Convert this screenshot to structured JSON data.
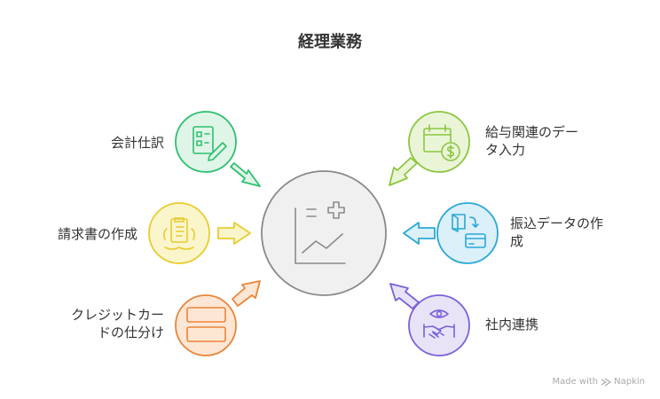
{
  "title": "経理業務",
  "nodes": [
    {
      "key": "journal",
      "label": "会計仕訳",
      "color": "#2fbf71",
      "fill": "#dff5e7",
      "icon": "journal-icon"
    },
    {
      "key": "invoice",
      "label": "請求書の作成",
      "color": "#e8cc2e",
      "fill": "#fbf5cc",
      "icon": "invoice-icon"
    },
    {
      "key": "credit",
      "label": "クレジットカー\nドの仕分け",
      "color": "#e8853a",
      "fill": "#fde7d4",
      "icon": "card-icon"
    },
    {
      "key": "payroll",
      "label": "給与関連のデー\nタ入力",
      "color": "#8cc63f",
      "fill": "#eaf5d8",
      "icon": "payroll-icon"
    },
    {
      "key": "transfer",
      "label": "振込データの作\n成",
      "color": "#2aa7d8",
      "fill": "#dbf0f9",
      "icon": "transfer-icon"
    },
    {
      "key": "internal",
      "label": "社内連携",
      "color": "#7b61d9",
      "fill": "#e9e3f8",
      "icon": "handshake-icon"
    }
  ],
  "center": {
    "color": "#8a8a8a",
    "fill": "#f0f0f0",
    "icon": "chart-icon"
  },
  "footer": {
    "prefix": "Made with",
    "brand": "Napkin"
  }
}
